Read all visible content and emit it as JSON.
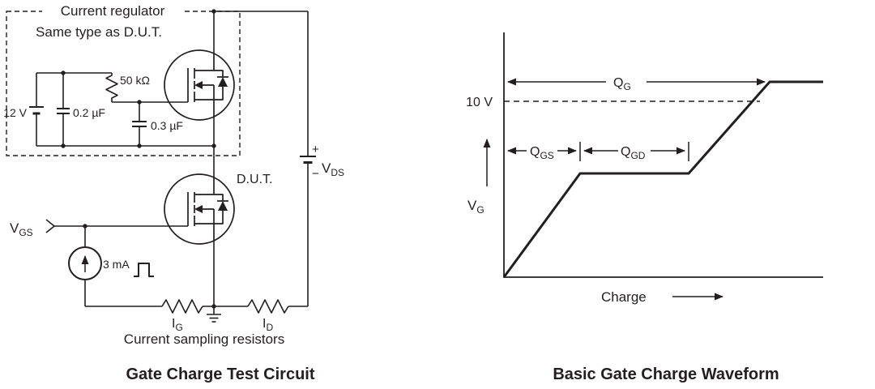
{
  "colors": {
    "ink": "#231f20",
    "background": "#ffffff"
  },
  "left": {
    "caption": "Gate Charge Test Circuit",
    "box_label_1": "Current regulator",
    "box_label_2": "Same type as D.U.T.",
    "supply": "12 V",
    "cap1": "0.2 µF",
    "res1": "50 kΩ",
    "cap2": "0.3 µF",
    "dut": "D.U.T.",
    "isrc": "3 mA",
    "vgs": {
      "base": "V",
      "sub": "GS"
    },
    "vds": {
      "base": "V",
      "sub": "DS",
      "plus": "+",
      "minus": "−"
    },
    "ig": {
      "base": "I",
      "sub": "G"
    },
    "id": {
      "base": "I",
      "sub": "D"
    },
    "sampling_note": "Current sampling resistors"
  },
  "right": {
    "caption": "Basic Gate Charge Waveform",
    "y_ref": "10 V",
    "vg": {
      "base": "V",
      "sub": "G"
    },
    "qg": {
      "base": "Q",
      "sub": "G"
    },
    "qgs": {
      "base": "Q",
      "sub": "GS"
    },
    "qgd": {
      "base": "Q",
      "sub": "GD"
    },
    "x_label": "Charge"
  }
}
